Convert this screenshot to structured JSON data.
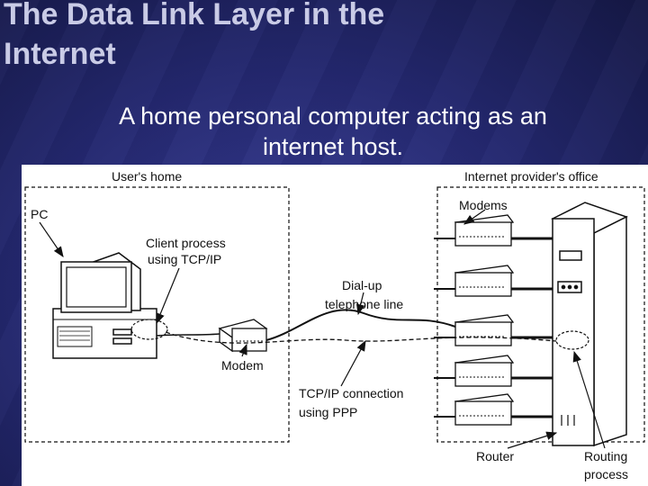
{
  "slide": {
    "title_line1": "The Data Link Layer in the",
    "title_line2": "Internet",
    "subtitle_line1": "A home personal computer acting as an",
    "subtitle_line2": "internet host."
  },
  "diagram": {
    "users_home": "User's home",
    "isp_office": "Internet provider's office",
    "pc": "PC",
    "client_process_line1": "Client process",
    "client_process_line2": "using TCP/IP",
    "modem": "Modem",
    "dialup_line1": "Dial-up",
    "dialup_line2": "telephone line",
    "tcpip_line1": "TCP/IP connection",
    "tcpip_line2": "using PPP",
    "modems": "Modems",
    "router": "Router",
    "routing_line1": "Routing",
    "routing_line2": "process"
  }
}
